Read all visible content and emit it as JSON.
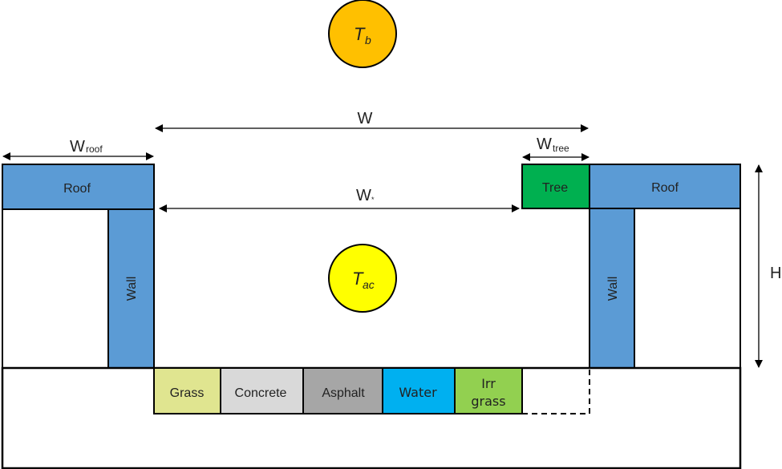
{
  "diagram": {
    "title": "Urban canyon schematic",
    "colors": {
      "roof": "#5b9bd5",
      "wall": "#5b9bd5",
      "tree": "#00b050",
      "grass": "#e0e590",
      "concrete": "#d9d9d9",
      "asphalt": "#a6a6a6",
      "water": "#00b0f0",
      "irr_grass": "#92d050",
      "tb_node": "#ffc000",
      "tac_node": "#ffff00",
      "outline": "#000000"
    },
    "nodes": {
      "tb": {
        "main": "T",
        "sub": "b"
      },
      "tac": {
        "main": "T",
        "sub": "ac"
      }
    },
    "dimensions": {
      "w": {
        "main": "W",
        "sub": ""
      },
      "w_roof": {
        "main": "W",
        "sub": "roof"
      },
      "w_tree": {
        "main": "W",
        "sub": "tree"
      },
      "w_star": {
        "main": "W",
        "sub": "*"
      },
      "h": {
        "main": "H",
        "sub": ""
      }
    },
    "left_building": {
      "roof": "Roof",
      "wall": "Wall"
    },
    "right_building": {
      "tree": "Tree",
      "roof": "Roof",
      "wall": "Wall"
    },
    "surfaces": [
      {
        "label": "Grass",
        "color_key": "grass"
      },
      {
        "label": "Concrete",
        "color_key": "concrete"
      },
      {
        "label": "Asphalt",
        "color_key": "asphalt"
      },
      {
        "label": "Water",
        "color_key": "water"
      },
      {
        "label_line1": "Irr",
        "label_line2": "grass",
        "color_key": "irr_grass"
      }
    ]
  }
}
